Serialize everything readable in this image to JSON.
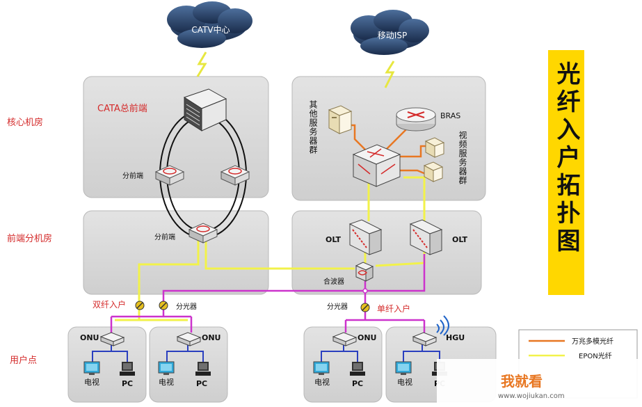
{
  "clouds": {
    "catv": "CATV中心",
    "isp": "移动ISP"
  },
  "zones": {
    "core": "核心机房",
    "front": "前端分机房",
    "user": "用户点"
  },
  "labels": {
    "cata_headend": "CATA总前端",
    "split_front_1": "分前端",
    "split_front_2": "分前端",
    "other_servers": "其他服务器群",
    "bras": "BRAS",
    "video_servers": "视频服务器群",
    "olt_left": "OLT",
    "olt_right": "OLT",
    "combiner": "合波器",
    "dual_fiber": "双纤入户",
    "splitter_left": "分光器",
    "splitter_right": "分光器",
    "single_fiber": "单纤入户",
    "onu_1": "ONU",
    "onu_2": "ONU",
    "onu_3": "ONU",
    "hgu": "HGU",
    "tv_1": "电视",
    "pc_1": "PC",
    "tv_2": "电视",
    "pc_2": "PC",
    "tv_3": "电视",
    "pc_3": "PC",
    "tv_4": "电视",
    "pc_4": "PC"
  },
  "title": "光纤入户拓扑图",
  "legend": {
    "item1": "万兆多模光纤",
    "item2": "EPON光纤"
  },
  "watermark": {
    "brand": "我就看",
    "url": "www.wojiukan.com"
  },
  "colors": {
    "yellow": "#f2f24a",
    "magenta": "#cc33cc",
    "orange": "#e87722",
    "black": "#111111",
    "zone_fill": "#d9d9d9",
    "title_bg": "#ffd700",
    "red_text": "#d42a2a"
  }
}
